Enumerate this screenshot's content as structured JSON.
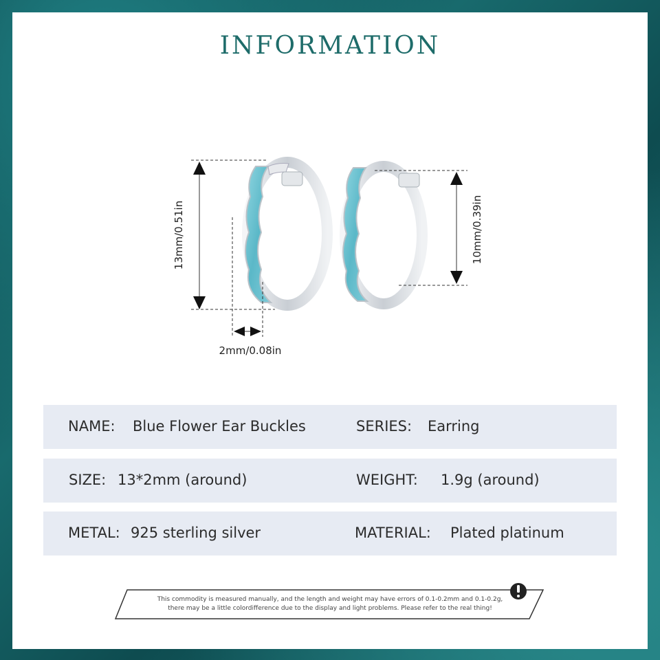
{
  "heading": "INFORMATION",
  "dimensions": {
    "height_total": "13mm/0.51in",
    "height_inner": "10mm/0.39in",
    "width": "2mm/0.08in"
  },
  "specs": {
    "name_label": "NAME:",
    "name_value": "Blue Flower Ear Buckles",
    "series_label": "SERIES:",
    "series_value": "Earring",
    "size_label": "SIZE:",
    "size_value": "13*2mm (around)",
    "weight_label": "WEIGHT:",
    "weight_value": "1.9g (around)",
    "metal_label": "METAL:",
    "metal_value": "925 sterling silver",
    "material_label": "MATERIAL:",
    "material_value": "Plated platinum"
  },
  "notice": {
    "line1": "This commodity is measured manually, and the length and weight may have errors of 0.1-0.2mm and 0.1-0.2g,",
    "line2": "there may be a little colordifference due to the display and light problems. Please refer to the real thing!",
    "icon": "exclamation-icon"
  },
  "colors": {
    "frame": "#0f4b4f",
    "heading": "#1e6c6a",
    "row_background": "#e7ebf3",
    "enamel": "#6cc4d2",
    "silver": "#d9dde2"
  }
}
